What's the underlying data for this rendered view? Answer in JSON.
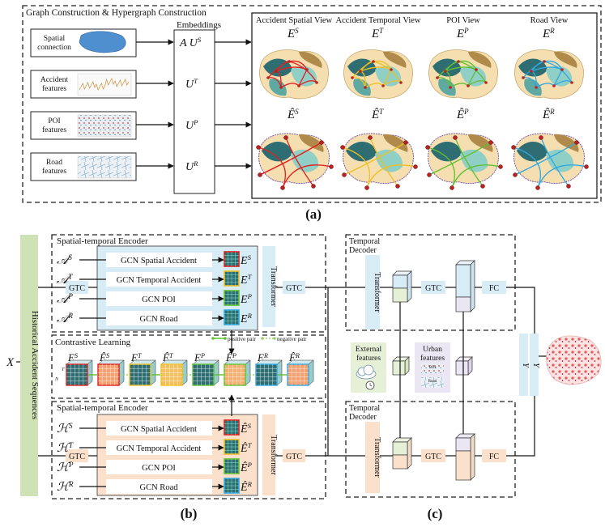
{
  "panel_a": {
    "title": "Graph Construction & Hypergraph Construction",
    "embeddings_label": "Embeddings",
    "inputs": [
      {
        "label1": "Spatial",
        "label2": "connection"
      },
      {
        "label1": "Accident",
        "label2": "features"
      },
      {
        "label1": "POI",
        "label2": "features"
      },
      {
        "label1": "Road",
        "label2": "features"
      }
    ],
    "emb": [
      {
        "base": "A  U",
        "sup": "S"
      },
      {
        "base": "U",
        "sup": "T"
      },
      {
        "base": "U",
        "sup": "P"
      },
      {
        "base": "U",
        "sup": "R"
      }
    ],
    "views": [
      {
        "title": "Accident Spatial View",
        "sup": "S",
        "color": "#e02020"
      },
      {
        "title": "Accident Temporal View",
        "sup": "T",
        "color": "#f0c020"
      },
      {
        "title": "POI View",
        "sup": "P",
        "color": "#60c030"
      },
      {
        "title": "Road View",
        "sup": "R",
        "color": "#30a8e0"
      }
    ],
    "E": "E",
    "Ehat": "Ê",
    "caption": "(a)"
  },
  "panel_b": {
    "x_label": "X",
    "hist_label": "Historical Accident Sequences",
    "encoder_title": "Spatial-temporal Encoder",
    "gtc": "GTC",
    "transformer": "Transformer",
    "top_rows": [
      {
        "sym": "𝒜",
        "sup": "S",
        "label": "GCN Spatial Accident",
        "out": "E",
        "osup": "S"
      },
      {
        "sym": "𝒜",
        "sup": "T",
        "label": "GCN Temporal Accident",
        "out": "E",
        "osup": "T"
      },
      {
        "sym": "𝒜",
        "sup": "P",
        "label": "GCN POI",
        "out": "E",
        "osup": "P"
      },
      {
        "sym": "𝒜",
        "sup": "R",
        "label": "GCN Road",
        "out": "E",
        "osup": "R"
      }
    ],
    "bottom_rows": [
      {
        "sym": "ℋ",
        "sup": "S",
        "label": "GCN Spatial Accident",
        "out": "Ê",
        "osup": "S"
      },
      {
        "sym": "ℋ",
        "sup": "T",
        "label": "GCN Temporal Accident",
        "out": "Ê",
        "osup": "T"
      },
      {
        "sym": "ℋ",
        "sup": "P",
        "label": "GCN POI",
        "out": "Ê",
        "osup": "P"
      },
      {
        "sym": "ℋ",
        "sup": "R",
        "label": "GCN Road",
        "out": "Ê",
        "osup": "R"
      }
    ],
    "contrastive_title": "Contrastive Learning",
    "positive_pair": "positive pair",
    "negative_pair": "negative pair",
    "cl_items": [
      {
        "base": "E",
        "sup": "S"
      },
      {
        "base": "Ê",
        "sup": "S"
      },
      {
        "base": "E",
        "sup": "T"
      },
      {
        "base": "Ê",
        "sup": "T"
      },
      {
        "base": "E",
        "sup": "P"
      },
      {
        "base": "Ê",
        "sup": "P"
      },
      {
        "base": "E",
        "sup": "R"
      },
      {
        "base": "Ê",
        "sup": "R"
      }
    ],
    "cube_T": "T",
    "cube_N": "N",
    "caption": "(b)"
  },
  "panel_c": {
    "decoder_line1": "Temporal",
    "decoder_line2": "Decoder",
    "transformer": "Transformer",
    "gtc": "GTC",
    "fc": "FC",
    "external1": "External",
    "external2": "features",
    "urban1": "Urban",
    "urban2": "features",
    "poi_small": "POI",
    "road_small": "Road",
    "y_label": "Y",
    "caption": "(c)"
  },
  "colors": {
    "blue_box": "#d8ecf6",
    "peach_box": "#fbe1cc",
    "green_bar": "#cfe2b6",
    "dark_teal": "#2e6e73",
    "accident_red": "#e02020"
  }
}
